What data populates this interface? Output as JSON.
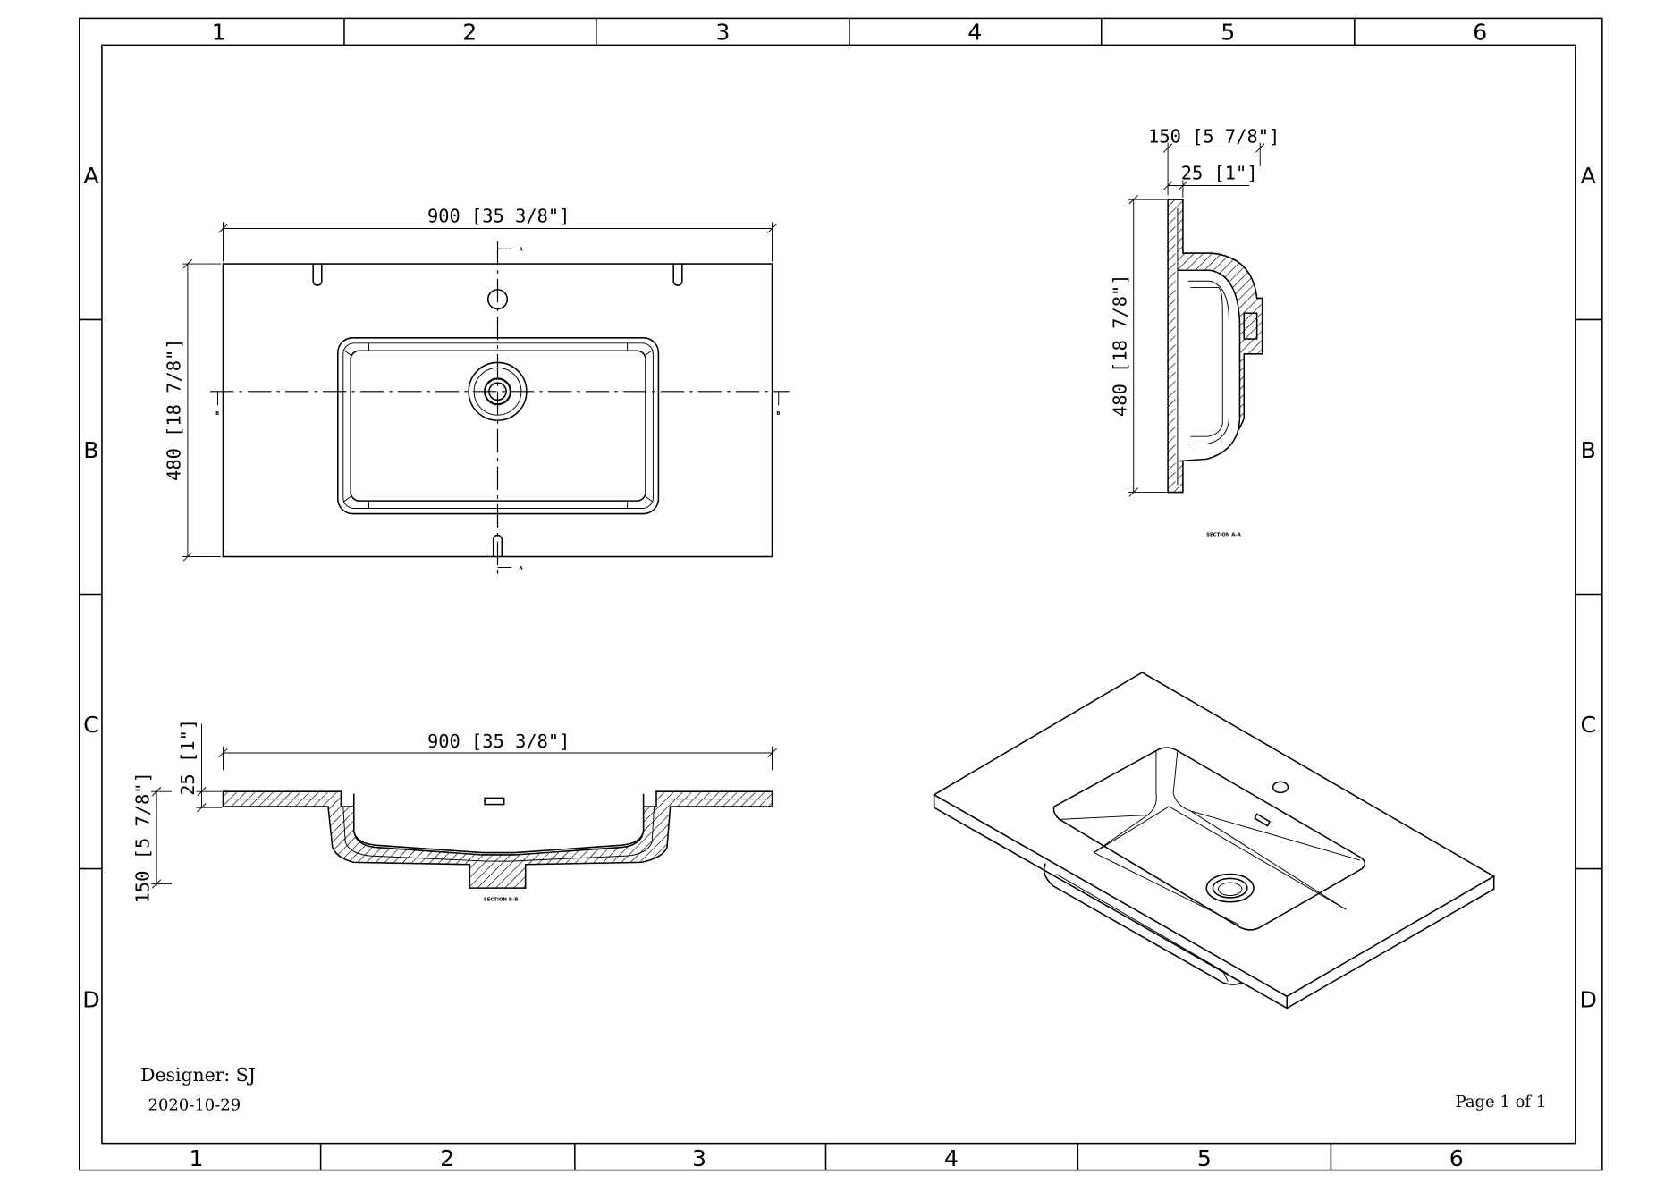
{
  "border": {
    "columns_top": [
      "1",
      "2",
      "3",
      "4",
      "5",
      "6"
    ],
    "columns_bottom": [
      "1",
      "2",
      "3",
      "4",
      "5",
      "6"
    ],
    "rows_left": [
      "A",
      "B",
      "C",
      "D"
    ],
    "rows_right": [
      "A",
      "B",
      "C",
      "D"
    ]
  },
  "top_view": {
    "width_dim": "900 [35 3/8\"]",
    "depth_dim": "480 [18 7/8\"]",
    "section_a_top": "A",
    "section_a_bottom": "A",
    "section_b_left": "B",
    "section_b_right": "B"
  },
  "section_aa": {
    "overall_height_dim": "150 [5 7/8\"]",
    "deck_thickness_dim": "25 [1\"]",
    "depth_dim": "480 [18 7/8\"]",
    "label": "SECTION A-A"
  },
  "section_bb": {
    "width_dim": "900 [35 3/8\"]",
    "deck_thickness_dim": "25 [1\"]",
    "overall_height_dim": "150 [5 7/8\"]",
    "label": "SECTION B-B"
  },
  "title_block": {
    "designer": "Designer: SJ",
    "date": "2020-10-29",
    "page": "Page 1 of 1"
  }
}
